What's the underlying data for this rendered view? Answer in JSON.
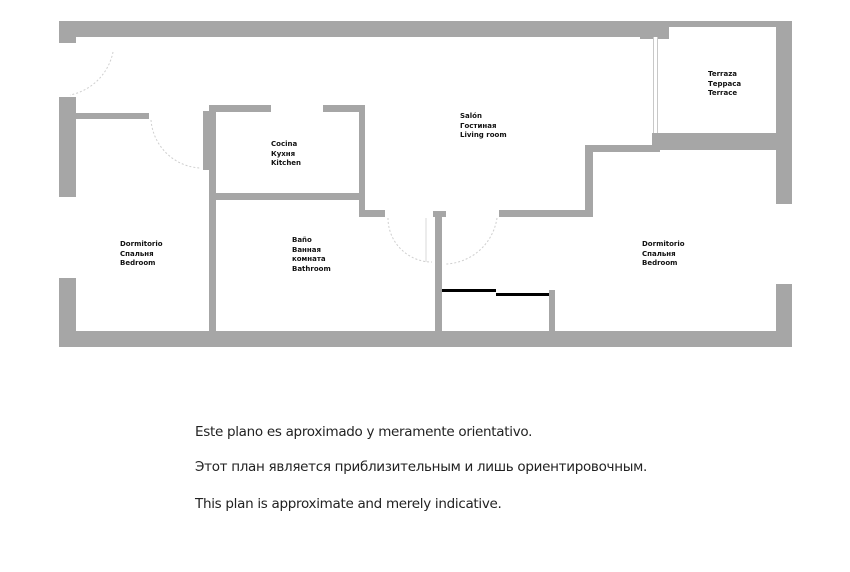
{
  "plan": {
    "rooms": [
      {
        "id": "living",
        "lines": [
          "Salón",
          "Гостиная",
          "Living room"
        ]
      },
      {
        "id": "kitchen",
        "lines": [
          "Cocina",
          "Кухня",
          "Kitchen"
        ]
      },
      {
        "id": "terrace",
        "lines": [
          "Terraza",
          "Терраса",
          "Terrace"
        ]
      },
      {
        "id": "bedroom_left",
        "lines": [
          "Dormitorio",
          "Спальня",
          "Bedroom"
        ]
      },
      {
        "id": "bathroom",
        "lines": [
          "Baño",
          "Ванная",
          "комната",
          "Bathroom"
        ]
      },
      {
        "id": "bedroom_right",
        "lines": [
          "Dormitorio",
          "Спальня",
          "Bedroom"
        ]
      }
    ],
    "colors": {
      "wall": "#a6a6a6",
      "sliding_door": "#000000",
      "text": "#111111"
    }
  },
  "disclaimer": {
    "es": "Este plano es aproximado y meramente orientativo.",
    "ru": "Этот план является приблизительным и лишь ориентировочным.",
    "en": "This plan is approximate and merely indicative."
  }
}
